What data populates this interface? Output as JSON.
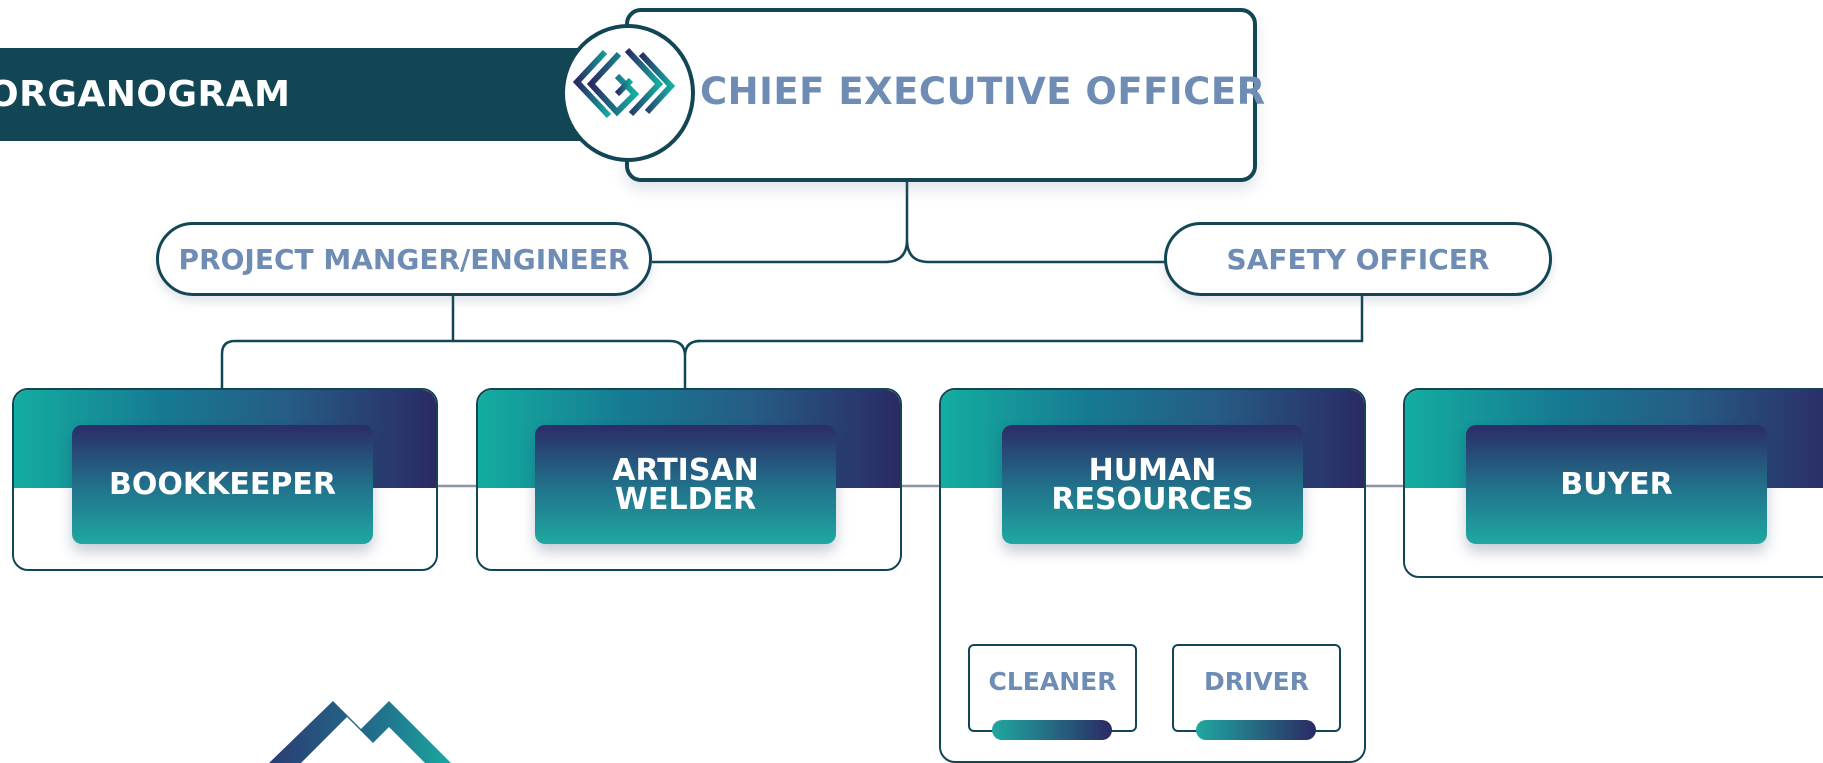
{
  "banner": {
    "title": "ORGANOGRAM"
  },
  "ceo": {
    "title": "CHIEF EXECUTIVE OFFICER"
  },
  "managers": {
    "project_manager": "PROJECT MANGER/ENGINEER",
    "safety_officer": "SAFETY OFFICER"
  },
  "departments": [
    {
      "label": "BOOKKEEPER"
    },
    {
      "label": "ARTISAN\nWELDER"
    },
    {
      "label": "HUMAN\nRESOURCES"
    },
    {
      "label": "BUYER"
    }
  ],
  "hr_staff": [
    {
      "label": "CLEANER"
    },
    {
      "label": "DRIVER"
    }
  ],
  "colors": {
    "navy": "#134655",
    "label_blue": "#6f8db4",
    "teal": "#14ada0",
    "indigo": "#2b2a64"
  }
}
